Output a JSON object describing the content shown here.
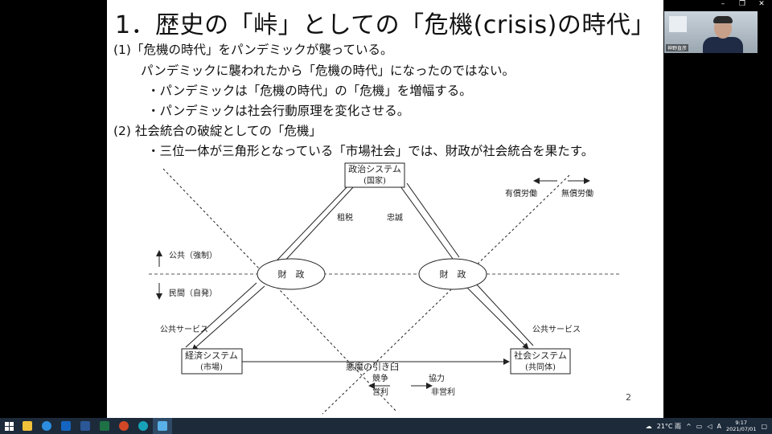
{
  "slide": {
    "title": "1．歴史の「峠」としての「危機(crisis)の時代」",
    "lines": [
      "(1)「危機の時代」をパンデミックが襲っている。",
      "パンデミックに襲われたから「危機の時代」になったのではない。",
      "・パンデミックは「危機の時代」の「危機」を増幅する。",
      "・パンデミックは社会行動原理を変化させる。",
      "(2) 社会統合の破綻としての「危機」",
      "・三位一体が三角形となっている「市場社会」では、財政が社会統合を果たす。"
    ],
    "page_number": "2"
  },
  "diagram": {
    "top_box": [
      "政治システム",
      "(国家)"
    ],
    "left_box": [
      "経済システム",
      "(市場)"
    ],
    "right_box": [
      "社会システム",
      "(共同体)"
    ],
    "left_ellipse": "財　政",
    "right_ellipse": "財　政",
    "tax_label": "租税",
    "loyalty_label": "忠誠",
    "public_upper": "公共（強制）",
    "private_lower": "民間（自発）",
    "public_service_left": "公共サービス",
    "public_service_right": "公共サービス",
    "paid_labor": "有償労働",
    "unpaid_labor": "無償労働",
    "devil_mill": "悪魔の引き臼",
    "competition": "競争",
    "cooperation": "協力",
    "profit": "営利",
    "nonprofit": "非営利"
  },
  "webcam": {
    "name": "神野直彦"
  },
  "taskbar": {
    "weather": "21°C 雨",
    "ime": "A",
    "time": "9:17",
    "date": "2021/07/01"
  }
}
